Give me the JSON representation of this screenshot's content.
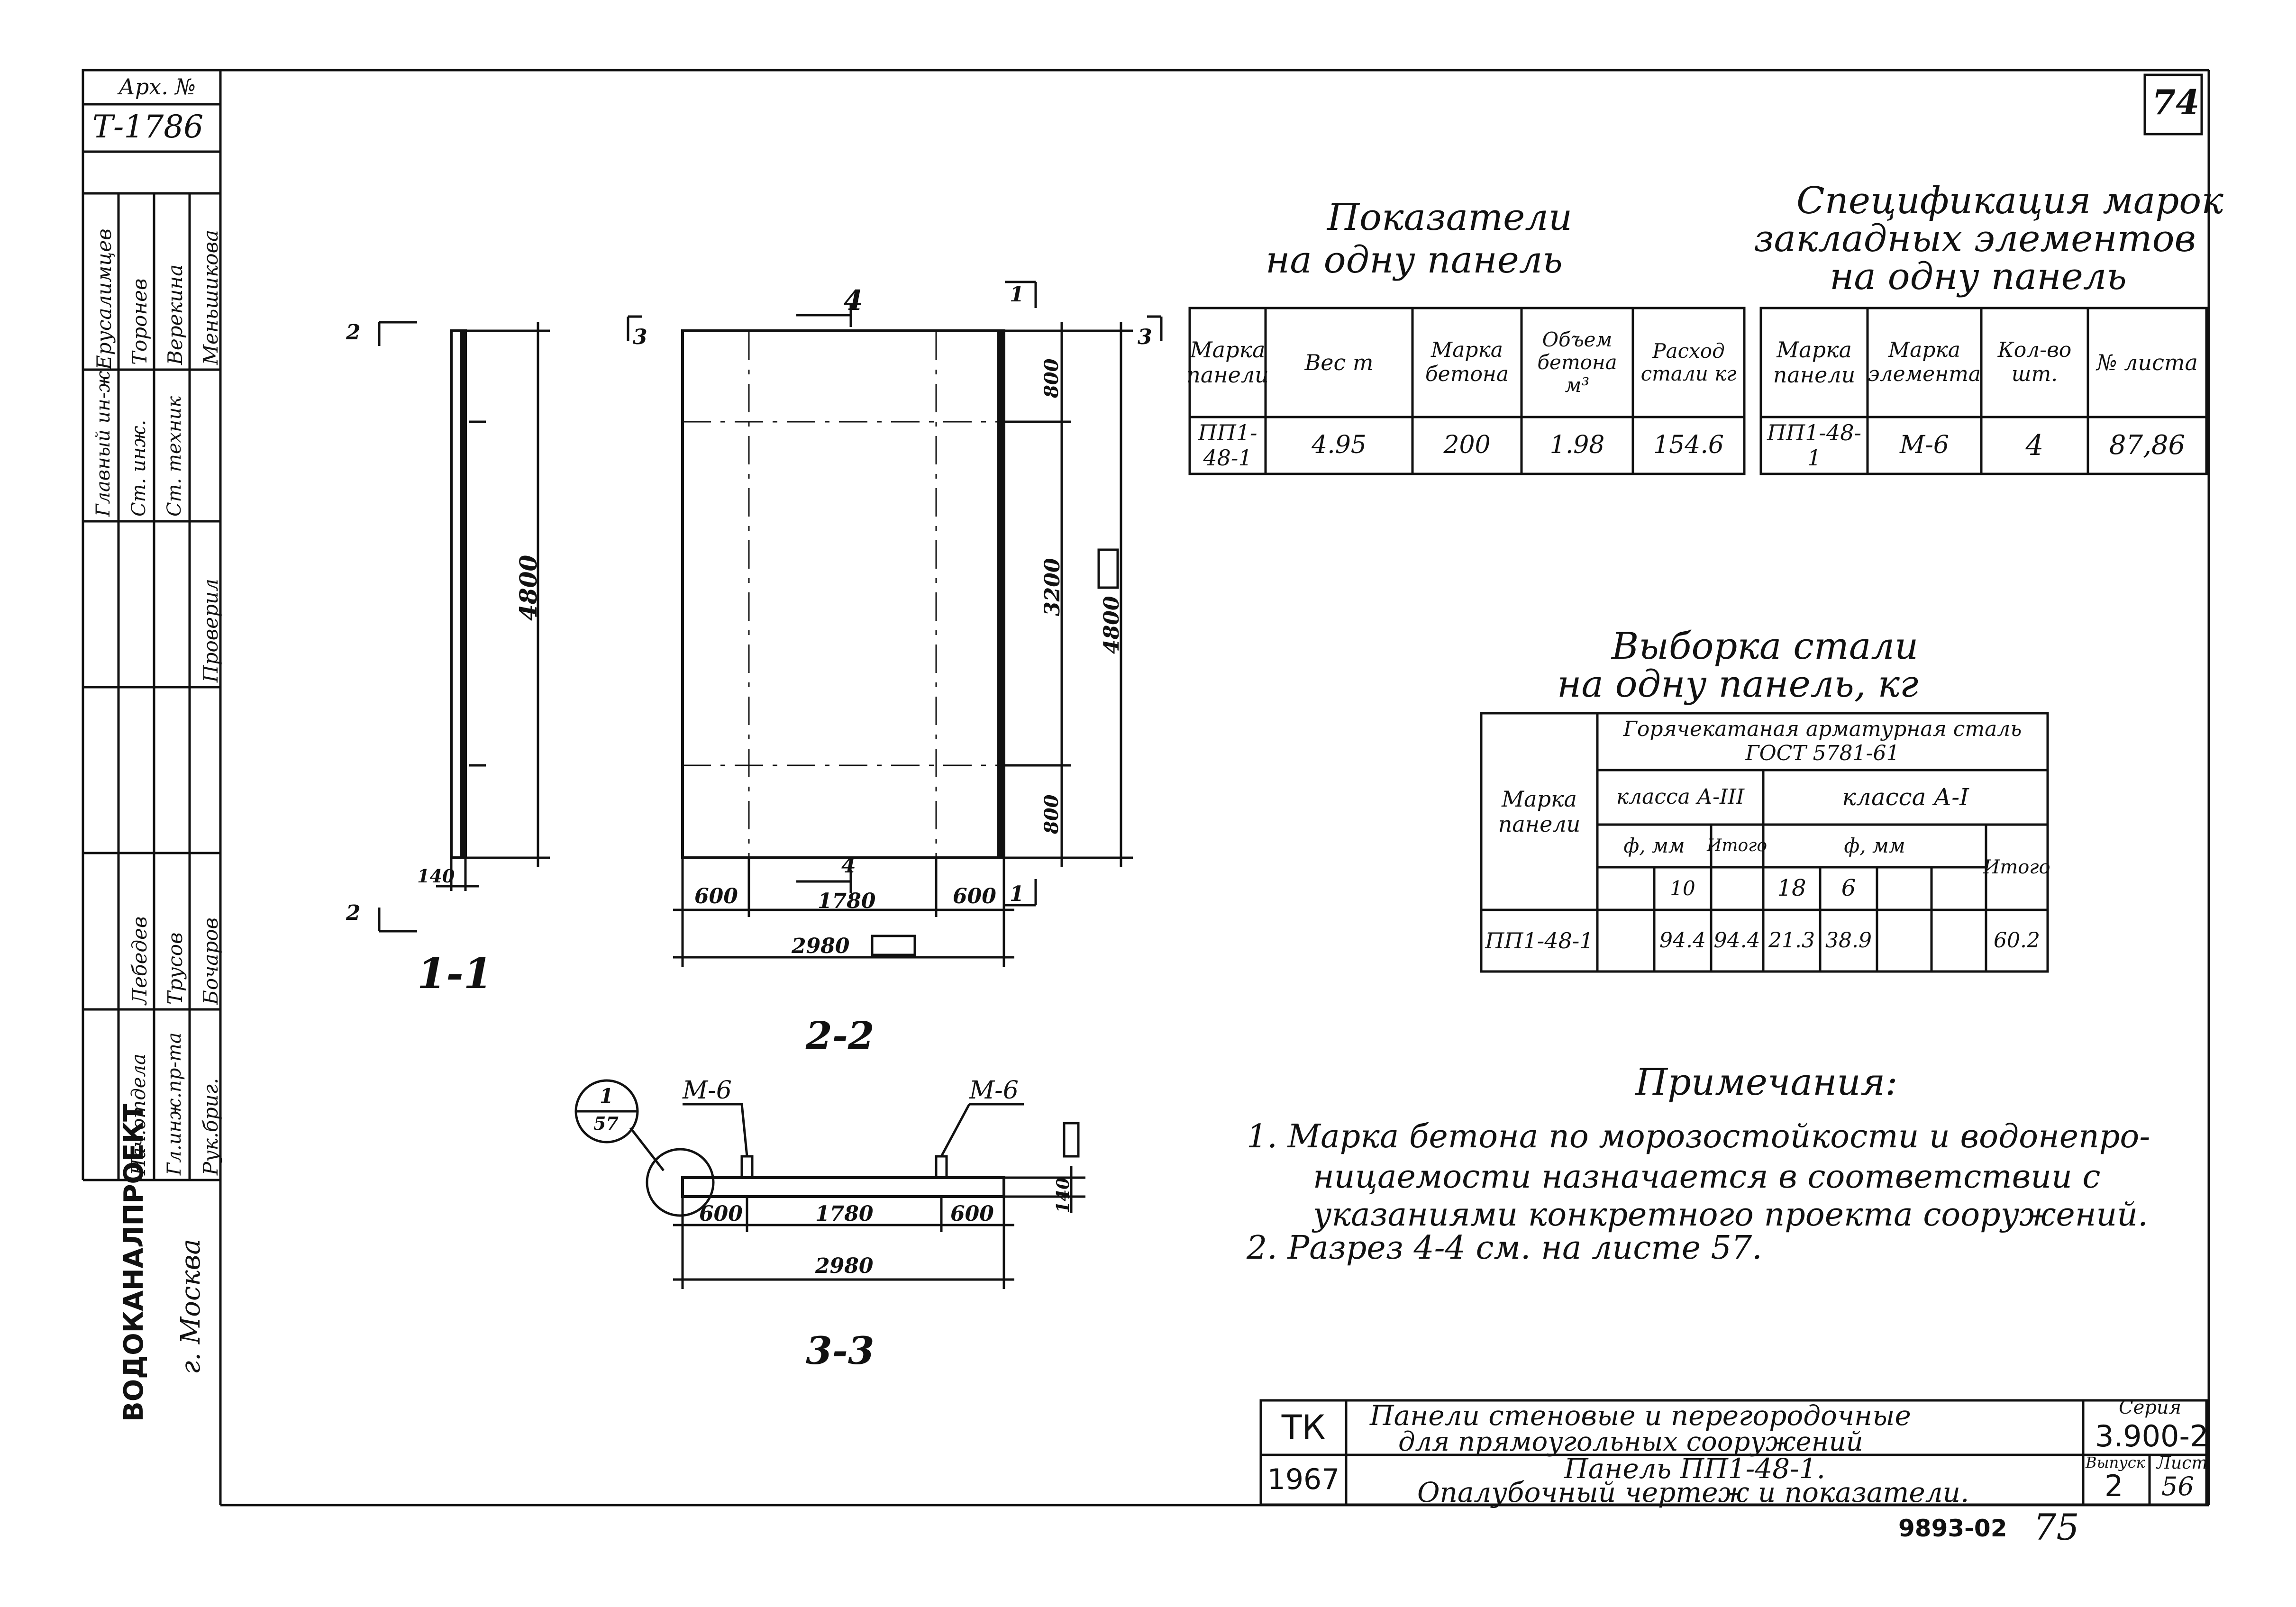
{
  "archive": {
    "label": "Арх. №",
    "number": "Т-1786"
  },
  "sheet_number_top": "74",
  "side_stamp": {
    "rows": [
      {
        "role": "Главный ин-ж",
        "name": "Ерусалимцев"
      },
      {
        "role": "Ст. инж.",
        "name": "Торонев"
      },
      {
        "role": "Ст. техник",
        "name": "Верекина"
      },
      {
        "role": "Проверил",
        "name": "Меньшикова"
      },
      {
        "role": "Гл.инж.пр-та",
        "name": "Трусов"
      },
      {
        "role": "Нач.отдела",
        "name": "Лебедев"
      },
      {
        "role": "Рук.бриг.",
        "name": "Бочаров"
      }
    ],
    "org": "ВОДОКАНАЛПРОЕКТ",
    "city": "г. Москва"
  },
  "indicators": {
    "title1": "Показатели",
    "title2": "на одну панель",
    "headers": [
      "Марка панели",
      "Вес т",
      "Марка бетона",
      "Объем бетона м³",
      "Расход стали кг"
    ],
    "row": [
      "ПП1-48-1",
      "4.95",
      "200",
      "1.98",
      "154.6"
    ]
  },
  "spec": {
    "title1": "Спецификация марок",
    "title2": "закладных элементов",
    "title3": "на одну панель",
    "headers": [
      "Марка панели",
      "Марка элемента",
      "Кол-во шт.",
      "№ листа"
    ],
    "row": [
      "ПП1-48-1",
      "М-6",
      "4",
      "87,86"
    ]
  },
  "steel": {
    "title1": "Выборка стали",
    "title2": "на одну панель, кг",
    "col_mark": "Марка панели",
    "group": "Горячекатаная арматурная сталь ГОСТ 5781-61",
    "class3": "класса А-III",
    "class1": "класса А-I",
    "dia": "ф, мм",
    "total": "Итого",
    "d10": "10",
    "d18": "18",
    "d6": "6",
    "row": {
      "mark": "ПП1-48-1",
      "v10": "94.4",
      "t3": "94.4",
      "v18": "21.3",
      "v6": "38.9",
      "t1": "60.2"
    }
  },
  "notes": {
    "title": "Примечания:",
    "n1a": "1.   Марка бетона по морозостойкости и водонепро-",
    "n1b": "ницаемости назначается в соответствии с",
    "n1c": "указаниями конкретного проекта сооружений.",
    "n2": "2.   Разрез 4-4 см. на листе 57."
  },
  "drawing": {
    "sec11": "1-1",
    "sec22": "2-2",
    "sec33": "3-3",
    "dim_4800": "4800",
    "dim_140": "140",
    "dim_600": "600",
    "dim_1780": "1780",
    "dim_2980": "2980",
    "dim_800": "800",
    "dim_3200": "3200",
    "mark_m6": "М-6",
    "cut2": "2",
    "cut3": "3",
    "cut4": "4",
    "cut1": "1",
    "callout_top": "1",
    "callout_bottom": "57"
  },
  "title_block": {
    "org": "ТК",
    "year": "1967",
    "line1": "Панели стеновые и перегородочные",
    "line2": "для прямоугольных сооружений",
    "line3": "Панель ПП1-48-1.",
    "line4": "Опалубочный чертеж и показатели.",
    "series_label": "Серия",
    "series": "3.900-2",
    "issue_label": "Выпуск",
    "issue": "2",
    "sheet_label": "Лист",
    "sheet": "56"
  },
  "footer": {
    "code": "9893-02",
    "page": "75"
  }
}
